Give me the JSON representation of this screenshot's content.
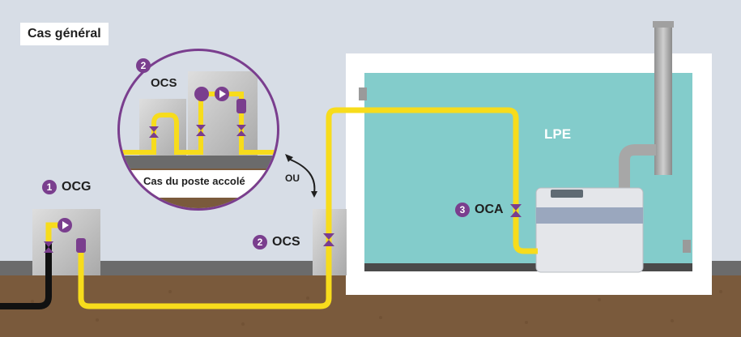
{
  "title": "Cas général",
  "labels": {
    "ocg": {
      "number": "1",
      "text": "OCG"
    },
    "ocs_zoom": {
      "number": "2",
      "text": "OCS"
    },
    "ocs_zoom_caption": "Cas du poste accolé",
    "or_label": "OU",
    "ocs_main": {
      "number": "2",
      "text": "OCS"
    },
    "oca": {
      "number": "3",
      "text": "OCA"
    },
    "lpe": "LPE"
  },
  "colors": {
    "gas_pipe": "#f7dc1c",
    "badge": "#7a3e8e",
    "valve": "#7a3e8e",
    "soil": "#7a5a3c",
    "room_fill": "#83cccb",
    "ground_band": "#6b6b6b",
    "background": "#d7dde6"
  }
}
